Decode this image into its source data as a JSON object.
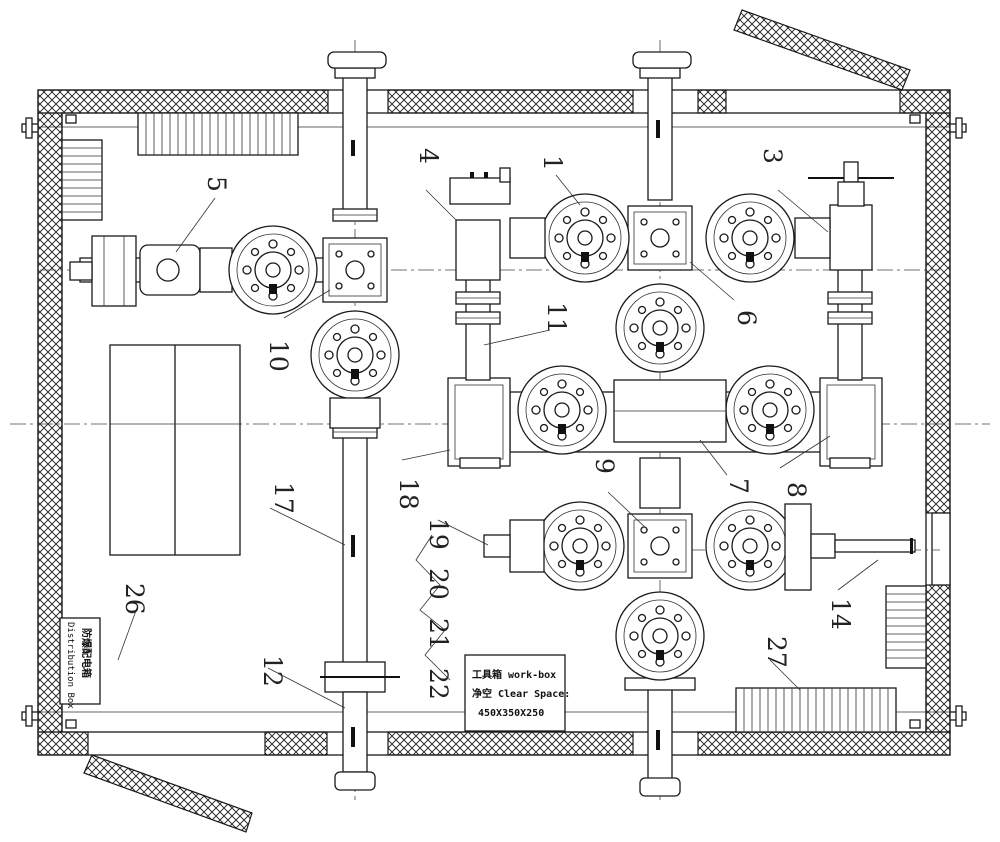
{
  "callouts": {
    "n1": "1",
    "n3": "3",
    "n4": "4",
    "n5": "5",
    "n6": "6",
    "n7": "7",
    "n8": "8",
    "n9": "9",
    "n10": "10",
    "n11": "11",
    "n12": "12",
    "n14": "14",
    "n17": "17",
    "n18": "18",
    "n19": "19",
    "n20": "20",
    "n21": "21",
    "n22": "22",
    "n26": "26",
    "n27": "27"
  },
  "workbox": {
    "line1": "工具箱 work-box",
    "line2": "净空 Clear Space:",
    "line3": "450X350X250"
  },
  "distribution_box": {
    "cn": "防爆配电箱",
    "en": "Distribution Box"
  }
}
